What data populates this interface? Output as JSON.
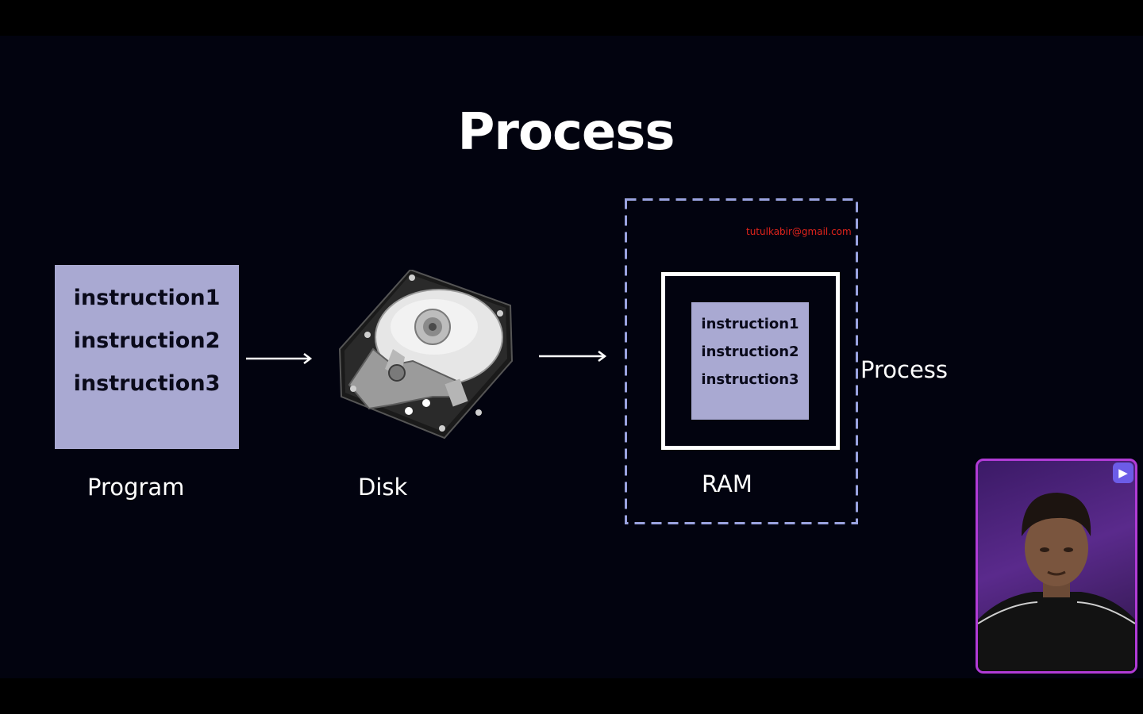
{
  "title": "Process",
  "program": {
    "instructions": [
      "instruction1",
      "instruction2",
      "instruction3"
    ],
    "label": "Program"
  },
  "disk": {
    "label": "Disk",
    "icon": "hard-disk-drive-icon"
  },
  "ram": {
    "instructions": [
      "instruction1",
      "instruction2",
      "instruction3"
    ],
    "label": "RAM"
  },
  "process_label": "Process",
  "watermark_email": "tutulkabir@gmail.com",
  "colors": {
    "background": "#02030f",
    "instruction_box": "#a9a9d2",
    "process_border": "#9aa3e0",
    "email": "#e0241b",
    "presenter_border": "#b13bd6"
  }
}
